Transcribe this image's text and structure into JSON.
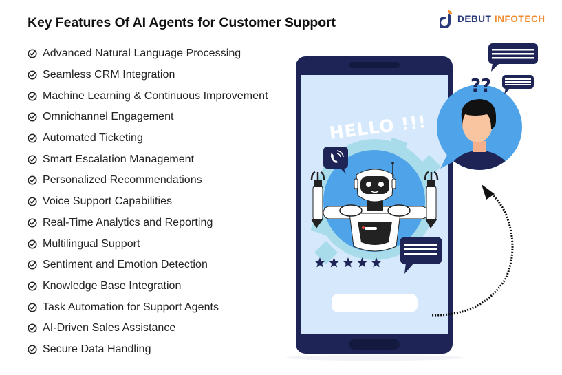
{
  "header": {
    "title": "Key Features Of AI Agents for Customer Support"
  },
  "brand": {
    "name_part1": "DEBUT",
    "name_part2": "INFOTECH",
    "primary_color": "#2a3a78",
    "accent_color": "#f08a2c"
  },
  "features": {
    "icon": "check-circle-icon",
    "items": [
      "Advanced Natural Language Processing",
      "Seamless CRM Integration",
      "Machine Learning & Continuous Improvement",
      "Omnichannel Engagement",
      "Automated Ticketing",
      "Smart Escalation Management",
      "Personalized Recommendations",
      "Voice Support Capabilities",
      "Real-Time Analytics and Reporting",
      "Multilingual Support",
      "Sentiment and Emotion Detection",
      "Knowledge Base Integration",
      "Task Automation for Support Agents",
      "AI-Driven Sales Assistance",
      "Secure Data Handling"
    ]
  },
  "illustration": {
    "screen_greeting": "HELLO !!!",
    "confusion_marks": "??",
    "rating_stars": 5,
    "colors": {
      "phone_frame": "#1e2556",
      "phone_screen": "#d6e8fb",
      "accent_blue": "#4fa3e8",
      "gear": "#a8dcea",
      "skin": "#f9c4a0"
    }
  }
}
